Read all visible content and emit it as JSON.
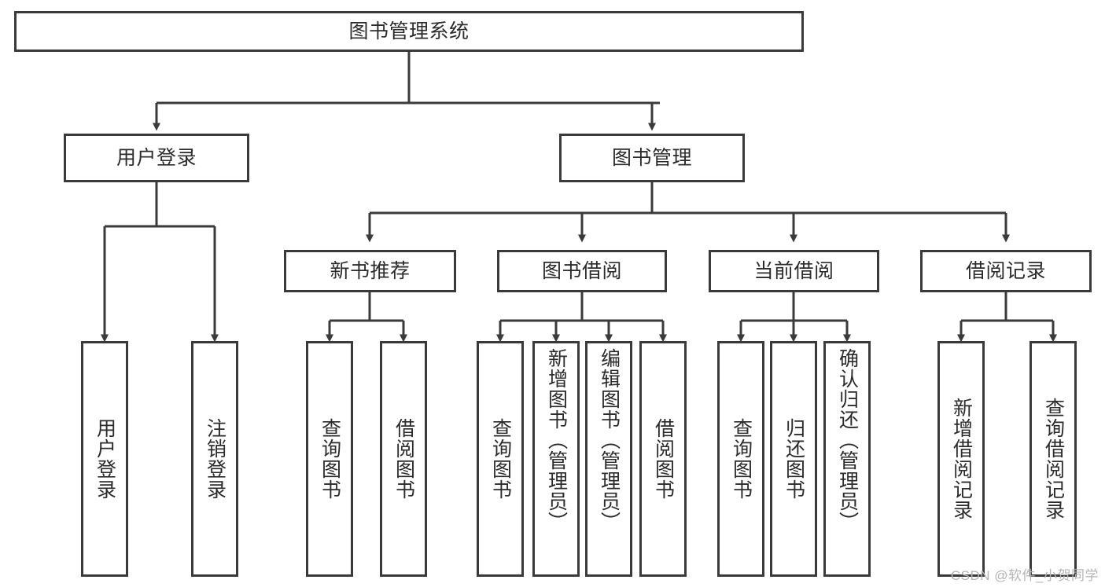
{
  "diagram": {
    "title": "图书管理系统",
    "type": "hierarchy-tree",
    "watermark": "CSDN @软件_小贺同学",
    "colors": {
      "stroke": "#3a3a3a",
      "fill": "#ffffff",
      "text": "#2b2b2b",
      "watermark": "#b4b4b4"
    },
    "levels": {
      "level1": [
        {
          "id": "root",
          "label": "图书管理系统"
        }
      ],
      "level2": [
        {
          "id": "user-login",
          "label": "用户登录"
        },
        {
          "id": "book-management",
          "label": "图书管理"
        }
      ],
      "level3": [
        {
          "id": "new-book-recommend",
          "label": "新书推荐"
        },
        {
          "id": "book-borrow",
          "label": "图书借阅"
        },
        {
          "id": "current-borrow",
          "label": "当前借阅"
        },
        {
          "id": "borrow-record",
          "label": "借阅记录"
        }
      ],
      "level4": [
        {
          "id": "leaf-user-login",
          "label": "用户登录",
          "parent": "user-login"
        },
        {
          "id": "leaf-user-logout",
          "label": "注销登录",
          "parent": "user-login"
        },
        {
          "id": "leaf-query-book-1",
          "label": "查询图书",
          "parent": "new-book-recommend"
        },
        {
          "id": "leaf-borrow-book-1",
          "label": "借阅图书",
          "parent": "new-book-recommend"
        },
        {
          "id": "leaf-query-book-2",
          "label": "查询图书",
          "parent": "book-borrow"
        },
        {
          "id": "leaf-add-book",
          "label": "新增图书（管理员）",
          "parent": "book-borrow"
        },
        {
          "id": "leaf-edit-book",
          "label": "编辑图书（管理员）",
          "parent": "book-borrow"
        },
        {
          "id": "leaf-borrow-book-2",
          "label": "借阅图书",
          "parent": "book-borrow"
        },
        {
          "id": "leaf-query-book-3",
          "label": "查询图书",
          "parent": "current-borrow"
        },
        {
          "id": "leaf-return-book",
          "label": "归还图书",
          "parent": "current-borrow"
        },
        {
          "id": "leaf-confirm-return",
          "label": "确认归还（管理员）",
          "parent": "current-borrow"
        },
        {
          "id": "leaf-add-record",
          "label": "新增借阅记录",
          "parent": "borrow-record"
        },
        {
          "id": "leaf-query-record",
          "label": "查询借阅记录",
          "parent": "borrow-record"
        }
      ]
    }
  }
}
